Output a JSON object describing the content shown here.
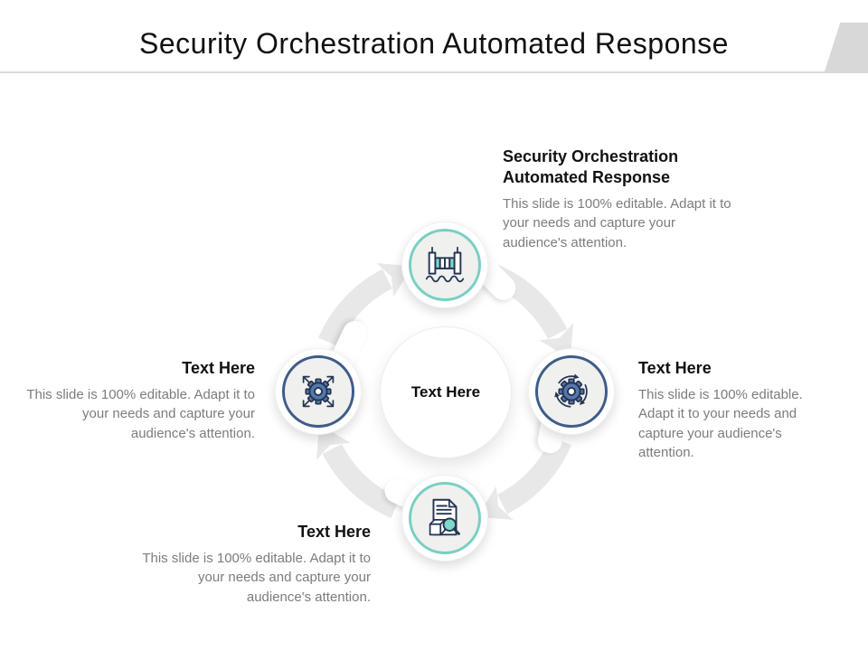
{
  "slide": {
    "title": "Security Orchestration Automated Response",
    "center_label": "Text Here"
  },
  "blocks": {
    "top_right": {
      "heading": "Security Orchestration Automated Response",
      "body": "This slide is 100% editable. Adapt it to your needs and capture your audience's attention."
    },
    "right": {
      "heading": "Text Here",
      "body": "This slide is 100% editable. Adapt it to your needs and capture your audience's attention."
    },
    "bottom": {
      "heading": "Text Here",
      "body": "This slide is 100% editable. Adapt it to your needs and capture your audience's attention."
    },
    "left": {
      "heading": "Text Here",
      "body": "This slide is 100% editable. Adapt it to your needs and capture your audience's attention."
    }
  },
  "icons": {
    "top": "dam-water-flow-icon",
    "right": "gear-rotation-arrows-icon",
    "bottom": "document-box-magnifier-icon",
    "left": "gear-expand-arrows-icon"
  },
  "colors": {
    "teal": "#79cfc3",
    "teal_fill": "#7fd8c9",
    "navy": "#3e5c88",
    "gear_blue": "#5577ab",
    "ink": "#253552",
    "arrow_gray": "#e8e8e8",
    "line_gray": "#d9d9d9",
    "corner_gray": "#d8d8d8",
    "node_bg": "#f0f0ee",
    "heading_color": "#111111",
    "body_color": "#7c7c7c"
  }
}
